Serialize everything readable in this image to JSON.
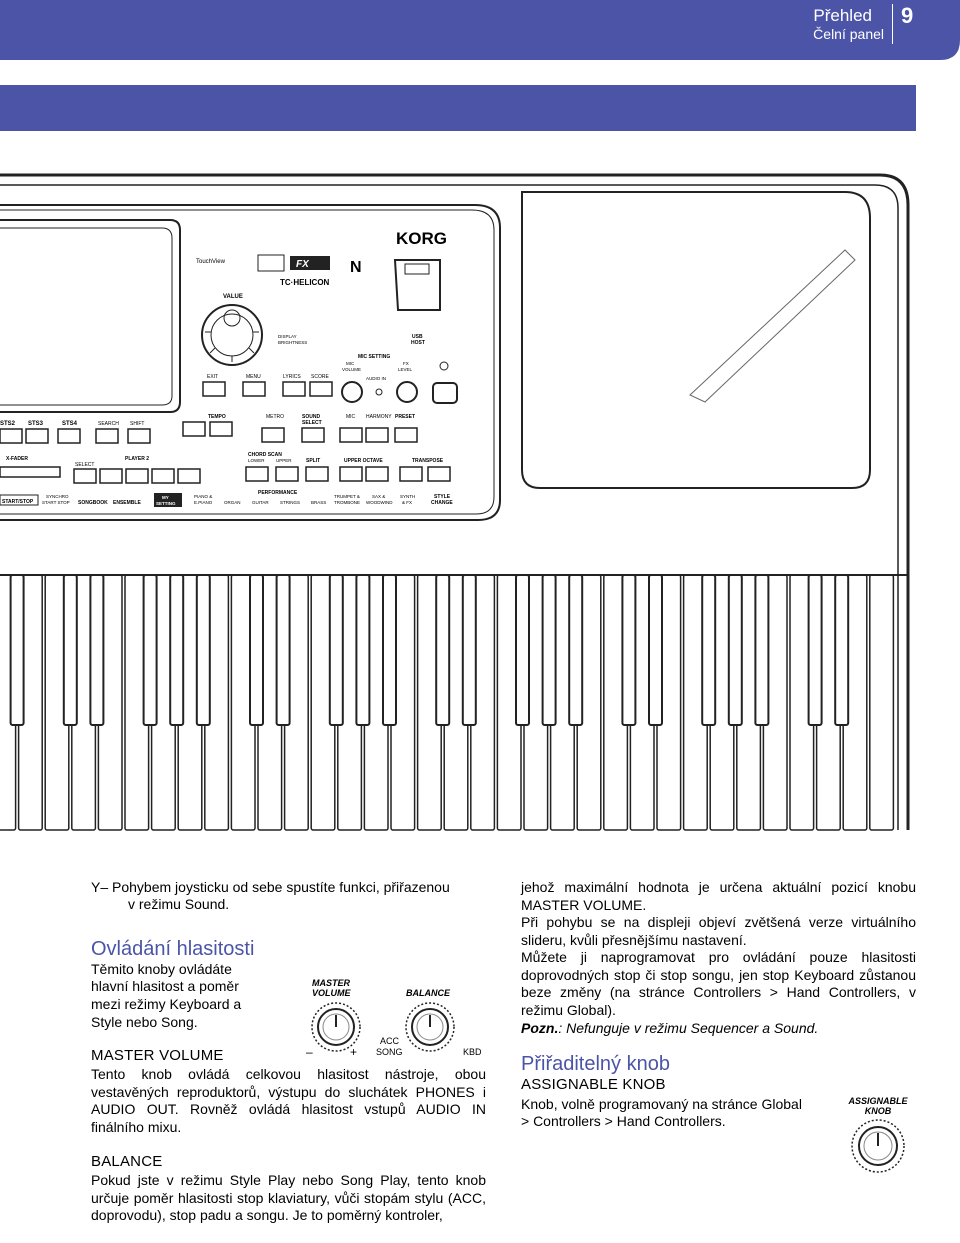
{
  "header": {
    "title": "Přehled",
    "subtitle": "Čelní panel",
    "page_number": "9",
    "color": "#4b54a6"
  },
  "left_col": {
    "y_line1": "Y– Pohybem joysticku od sebe spustíte funkci, přiřazenou",
    "y_line2": "v režimu Sound.",
    "heading": "Ovládání hlasitosti",
    "intro_1": "Těmito knoby ovládáte",
    "intro_2": "hlavní hlasitost a poměr",
    "intro_3": "mezi režimy Keyboard a",
    "intro_4": "Style nebo Song.",
    "mv_title": "MASTER VOLUME",
    "mv_text": "Tento knob ovládá celkovou hlasitost nástroje, obou vestavěných reproduktorů, výstupu do sluchátek PHONES i AUDIO OUT. Rovněž ovládá hlasitost vstupů AUDIO IN finálního mixu.",
    "bal_title": "BALANCE",
    "bal_text": "Pokud jste v režimu Style Play nebo Song Play, tento knob určuje poměr hlasitosti stop klaviatury, vůči stopám stylu (ACC, doprovodu), stop padu a songu. Je to poměrný kontroler,"
  },
  "knob_figure": {
    "master_1": "MASTER",
    "master_2": "VOLUME",
    "balance": "BALANCE",
    "minus": "–",
    "plus": "+",
    "acc": "ACC",
    "song": "SONG",
    "kbd": "KBD"
  },
  "right_col": {
    "p1": "jehož maximální hodnota je určena aktuální pozicí knobu MASTER VOLUME.",
    "p2": "Při pohybu se na displeji objeví zvětšená verze virtuálního slideru, kvůli přesnějšímu nastavení.",
    "p3": "Můžete ji naprogramovat pro ovládání pouze hlasitosti doprovodných stop či stop songu, jen stop Keyboard zůstanou beze změny (na stránce Controllers > Hand Controllers, v režimu Global).",
    "note_label": "Pozn.",
    "note_text": ": Nefunguje v režimu Sequencer a Sound.",
    "heading": "Přiřaditelný knob",
    "ak_title": "ASSIGNABLE KNOB",
    "ak_line1": "Knob, volně programovaný na stránce Global",
    "ak_line2": "> Controllers > Hand Controllers.",
    "ak_fig_1": "ASSIGNABLE",
    "ak_fig_2": "KNOB"
  },
  "panel": {
    "brand": "KORG",
    "touchview": "TouchView",
    "value": "VALUE",
    "tc_helicon": "TC·HELICON",
    "display_brightness_1": "DISPLAY",
    "display_brightness_2": "BRIGHTNESS",
    "mic_setting": "MIC SETTING",
    "mic_volume_1": "MIC",
    "mic_volume_2": "VOLUME",
    "fx_level_1": "FX",
    "fx_level_2": "LEVEL",
    "audio_in": "AUDIO IN",
    "usb_host_1": "USB",
    "usb_host_2": "HOST",
    "exit": "EXIT",
    "menu": "MENU",
    "lyrics": "LYRICS",
    "score": "SCORE",
    "sts2": "STS2",
    "sts3": "STS3",
    "sts4": "STS4",
    "search": "SEARCH",
    "shift": "SHIFT",
    "tempo": "TEMPO",
    "metro": "METRO",
    "sound_select_1": "SOUND",
    "sound_select_2": "SELECT",
    "mic": "MIC",
    "harmony": "HARMONY",
    "preset": "PRESET",
    "xfader": "X-FADER",
    "player2": "PLAYER 2",
    "select": "SELECT",
    "chord_scan": "CHORD SCAN",
    "lower": "LOWER",
    "upper": "UPPER",
    "split": "SPLIT",
    "upper_octave": "UPPER OCTAVE",
    "transpose": "TRANSPOSE",
    "performance": "PERFORMANCE",
    "start_stop": "START/STOP",
    "synchro_1": "SYNCHRO",
    "synchro_2": "START STOP",
    "songbook": "SONGBOOK",
    "ensemble": "ENSEMBLE",
    "my_setting_1": "MY",
    "my_setting_2": "SETTING",
    "piano_1": "PIANO &",
    "piano_2": "E.PIANO",
    "organ": "ORGAN",
    "guitar": "GUITAR",
    "strings": "STRINGS",
    "brass": "BRASS",
    "trumpet_1": "TRUMPET &",
    "trumpet_2": "TROMBONE",
    "sax_1": "SAX &",
    "sax_2": "WOODWIND",
    "synth_1": "SYNTH",
    "synth_2": "& FX",
    "style_change_1": "STYLE",
    "style_change_2": "CHANGE"
  }
}
